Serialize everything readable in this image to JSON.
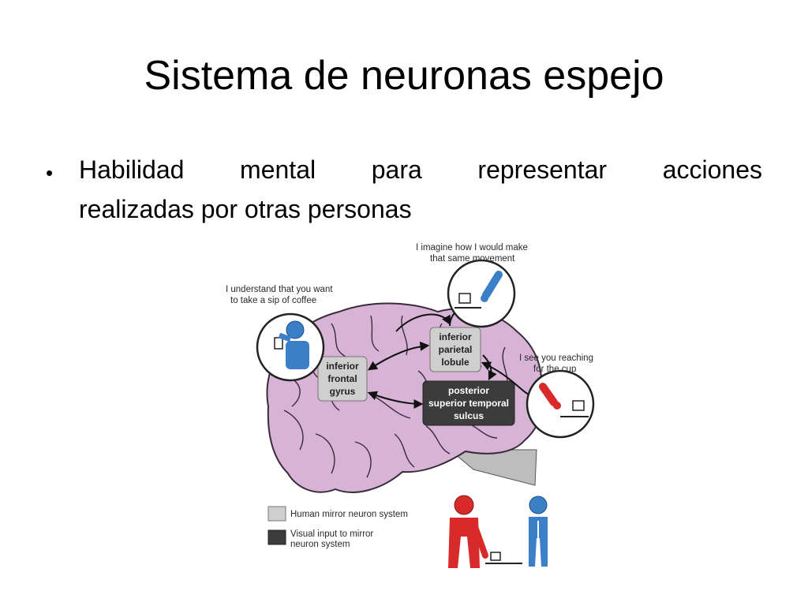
{
  "slide": {
    "title": "Sistema de neuronas espejo",
    "bullet": {
      "line1": "Habilidad mental para representar acciones",
      "line2": "realizadas por otras personas"
    }
  },
  "figure": {
    "captions": {
      "imagine_l1": "I imagine how I would make",
      "imagine_l2": "that same movement",
      "understand_l1": "I understand that you want",
      "understand_l2": "to take a sip of coffee",
      "see_l1": "I see you  reaching",
      "see_l2": "for the cup"
    },
    "regions": {
      "ifg_l1": "inferior",
      "ifg_l2": "frontal",
      "ifg_l3": "gyrus",
      "ipl_l1": "inferior",
      "ipl_l2": "parietal",
      "ipl_l3": "lobule",
      "psts_l1": "posterior",
      "psts_l2": "superior temporal",
      "psts_l3": "sulcus"
    },
    "legend": {
      "light_label": "Human mirror neuron system",
      "dark_l1": "Visual input to mirror",
      "dark_l2": "neuron system"
    },
    "colors": {
      "brain": "#d7b3d6",
      "brain_stroke": "#3a2a3a",
      "observer_blue": "#3a7fc8",
      "actor_red": "#d82a2a",
      "light_region": "#cfcfcf",
      "dark_region": "#3c3c3c"
    }
  }
}
